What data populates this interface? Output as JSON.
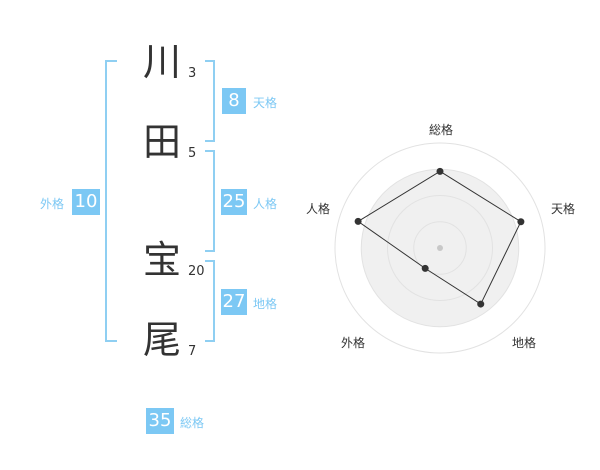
{
  "name": {
    "chars": [
      {
        "char": "川",
        "strokes": "3"
      },
      {
        "char": "田",
        "strokes": "5"
      },
      {
        "char": "宝",
        "strokes": "20"
      },
      {
        "char": "尾",
        "strokes": "7"
      }
    ]
  },
  "kakusu": {
    "tenkaku": {
      "value": "8",
      "label": "天格"
    },
    "jinkaku": {
      "value": "25",
      "label": "人格"
    },
    "chikaku": {
      "value": "27",
      "label": "地格"
    },
    "gaikaku": {
      "value": "10",
      "label": "外格"
    },
    "soukaku": {
      "value": "35",
      "label": "総格"
    }
  },
  "radar": {
    "axes": [
      "総格",
      "天格",
      "地格",
      "外格",
      "人格"
    ],
    "values": [
      0.73,
      0.81,
      0.66,
      0.24,
      0.82
    ],
    "rings": 4
  }
}
